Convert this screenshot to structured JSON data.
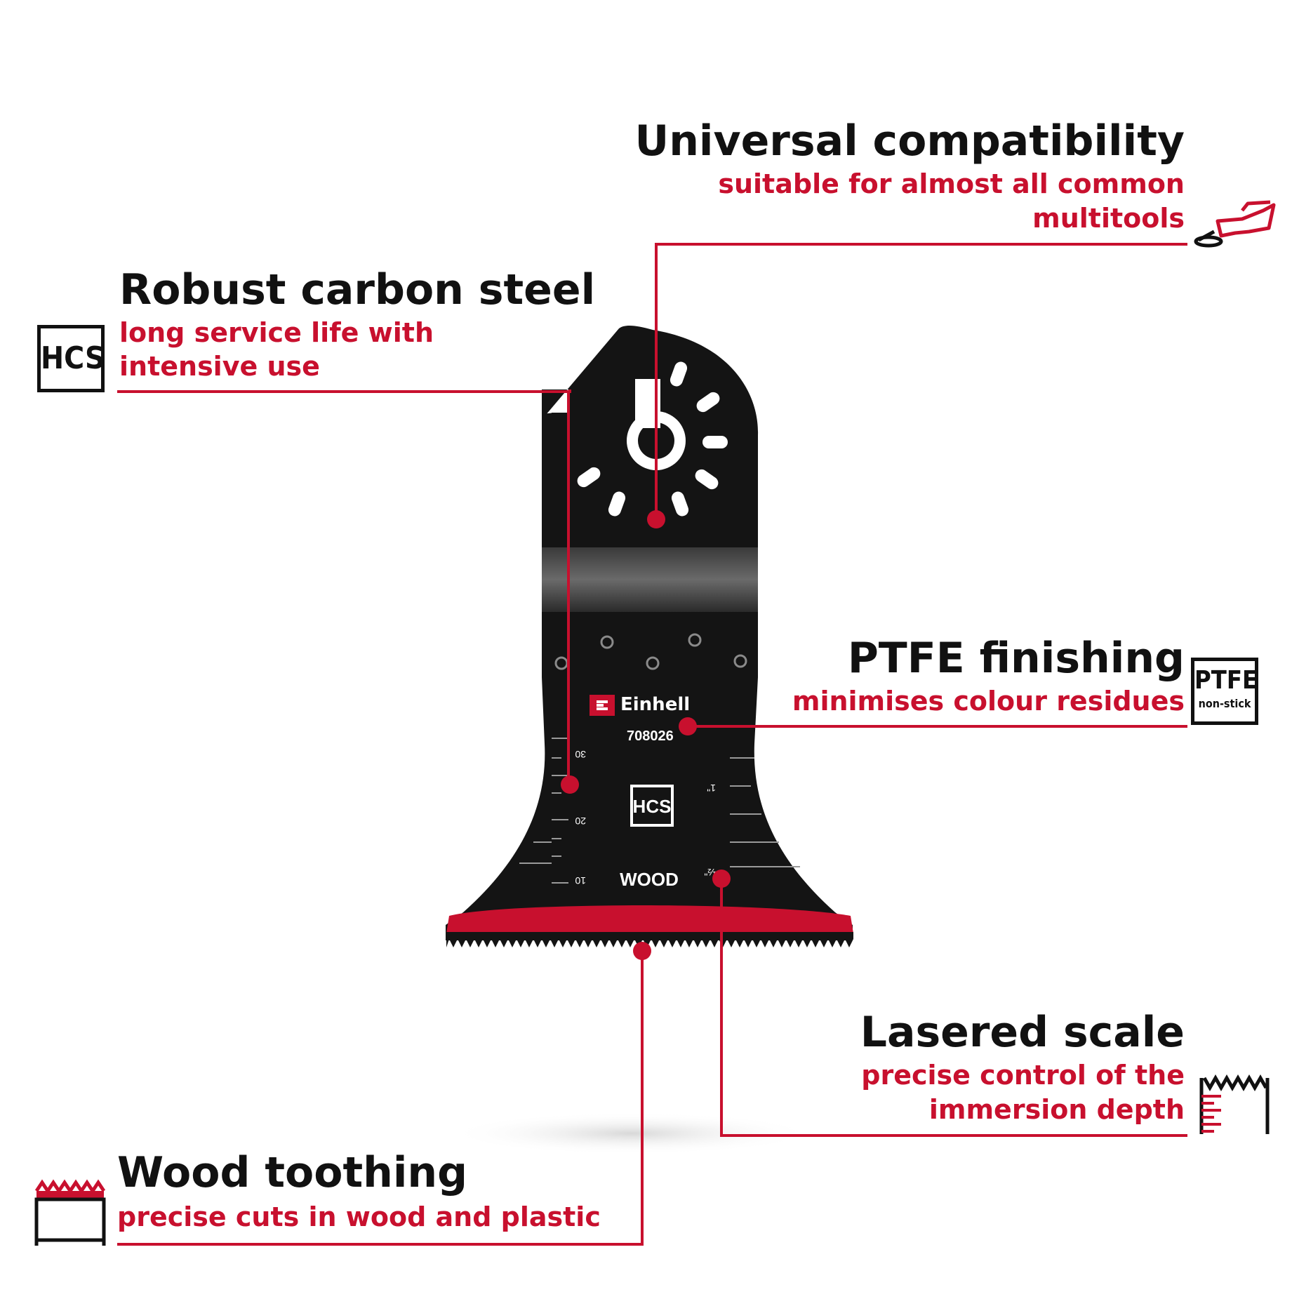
{
  "features": {
    "universal": {
      "title": "Universal compatibility",
      "sub1": "suitable for almost all common",
      "sub2": "multitools"
    },
    "carbon": {
      "title": "Robust carbon steel",
      "sub1": "long service life with",
      "sub2": "intensive use"
    },
    "ptfe": {
      "title": "PTFE finishing",
      "sub1": "minimises colour residues"
    },
    "scale": {
      "title": "Lasered scale",
      "sub1": "precise control of the",
      "sub2": "immersion depth"
    },
    "wood": {
      "title": "Wood toothing",
      "sub1": "precise cuts in wood and plastic"
    }
  },
  "icons": {
    "hcs": {
      "name": "hcs-badge-icon",
      "label": "HCS"
    },
    "ptfe": {
      "name": "ptfe-non-stick-badge-icon",
      "label1": "PTFE",
      "label2": "non-stick"
    },
    "multitool": {
      "name": "multitool-icon"
    },
    "scale": {
      "name": "depth-scale-icon"
    },
    "wood": {
      "name": "wood-toothing-icon"
    }
  },
  "blade": {
    "brand": "Einhell",
    "article": "708026",
    "hcs_mark": "HCS",
    "material_mark": "WOOD",
    "scale_mm": [
      "30",
      "20",
      "10"
    ],
    "scale_inch": [
      "1\"",
      "½\""
    ]
  },
  "colors": {
    "accent": "#c8102e",
    "text": "#111111",
    "blade": "#111111"
  }
}
